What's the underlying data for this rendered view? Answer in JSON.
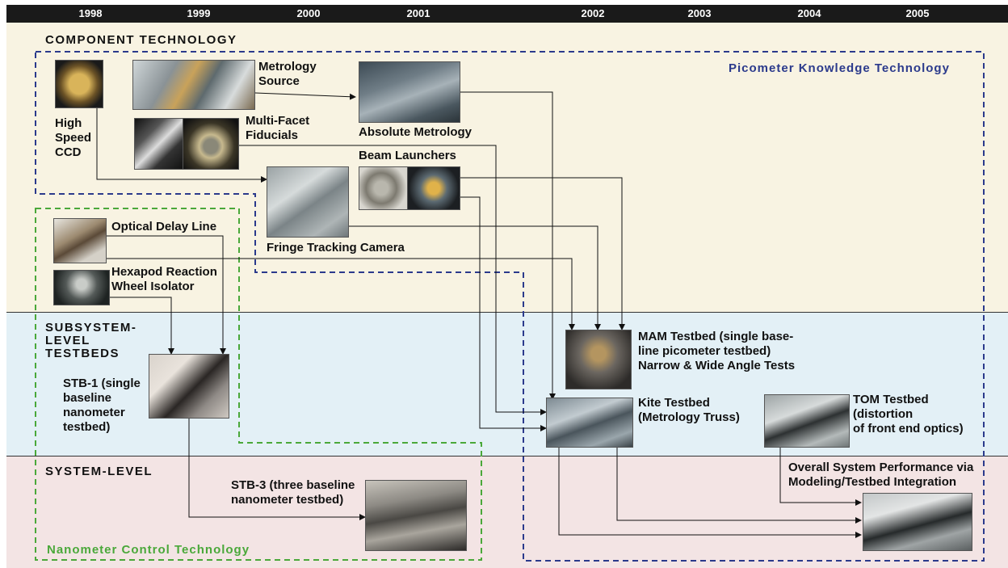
{
  "years": [
    "1998",
    "1999",
    "2000",
    "2001",
    "2002",
    "2003",
    "2004",
    "2005"
  ],
  "bands": {
    "component": "COMPONENT TECHNOLOGY",
    "subsystem": "SUBSYSTEM-\nLEVEL\nTESTBEDS",
    "system": "SYSTEM-LEVEL"
  },
  "tech": {
    "picometer": "Picometer Knowledge Technology",
    "nanometer": "Nanometer Control Technology"
  },
  "labels": {
    "ccd": "High\nSpeed\nCCD",
    "metrology_source": "Metrology\nSource",
    "multi_facet": "Multi-Facet\nFiducials",
    "absolute_metrology": "Absolute Metrology",
    "beam_launchers": "Beam Launchers",
    "fringe_camera": "Fringe Tracking Camera",
    "optical_delay": "Optical Delay Line",
    "hexapod": "Hexapod Reaction\nWheel Isolator",
    "stb1": "STB-1 (single\nbaseline\nnanometer\ntestbed)",
    "stb3": "STB-3 (three baseline\nnanometer testbed)",
    "mam": "MAM Testbed (single base-\nline picometer testbed)\nNarrow & Wide Angle Tests",
    "kite": "Kite Testbed\n(Metrology Truss)",
    "tom": "TOM Testbed\n(distortion\nof front end optics)",
    "overall": "Overall System Performance via\nModeling/Testbed Integration"
  },
  "colors": {
    "component_bg": "#f8f3e2",
    "subsystem_bg": "#e3f0f6",
    "system_bg": "#f3e4e4",
    "picometer": "#2b3a8c",
    "nanometer": "#4aa83a"
  }
}
